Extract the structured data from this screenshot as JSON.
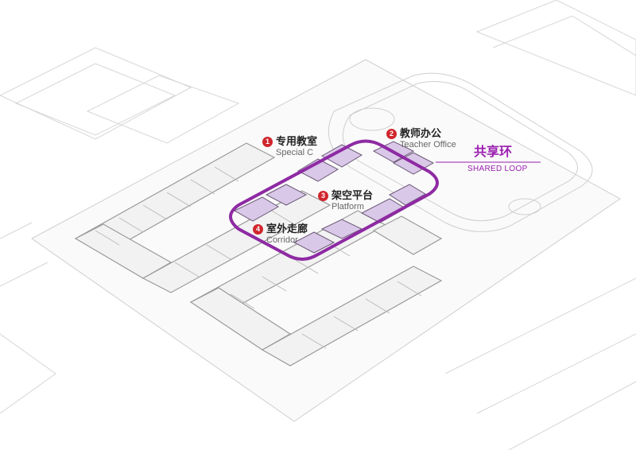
{
  "labels": {
    "special_classroom": {
      "number": "1",
      "cn": "专用教室",
      "en": "Special C"
    },
    "teacher_office": {
      "number": "2",
      "cn": "教师办公",
      "en": "Teacher Office"
    },
    "platform": {
      "number": "3",
      "cn": "架空平台",
      "en": "Platform"
    },
    "corridor": {
      "number": "4",
      "cn": "室外走廊",
      "en": "Corridor"
    }
  },
  "loop": {
    "cn": "共享环",
    "en": "SHARED LOOP"
  },
  "colors": {
    "loop": "#8e2aa3",
    "highlight": "#d9c8e8",
    "marker": "#d0262d",
    "lines": "#b8b8b8"
  }
}
